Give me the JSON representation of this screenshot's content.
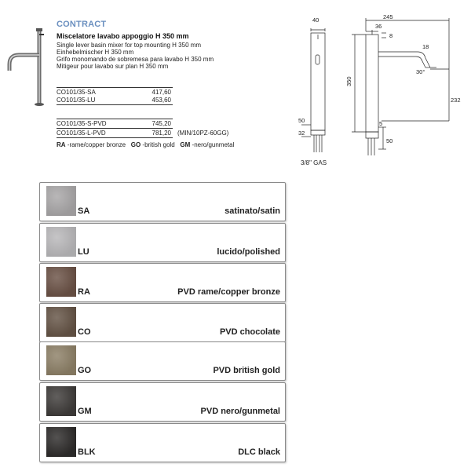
{
  "product": {
    "brand": "CONTRACT",
    "title": "Miscelatore lavabo appoggio H 350 mm",
    "descriptions": [
      "Single lever basin mixer for top mounting H 350 mm",
      "Einhebelmischer H 350 mm",
      "Grifo monomando de sobremesa para lavabo H 350 mm",
      "Mitigeur pour lavabo sur plan H 350 mm"
    ]
  },
  "prices": [
    {
      "code": "CO101/35-SA",
      "price": "417,60"
    },
    {
      "code": "CO101/35-LU",
      "price": "453,60"
    },
    {
      "code": "CO101/35-S-PVD",
      "price": "745,20"
    },
    {
      "code": "CO101/35-L-PVD",
      "price": "781,20",
      "note": "(MIN/10PZ-60GG)"
    }
  ],
  "finish_legend": [
    {
      "code": "RA",
      "label": "rame/copper bronze"
    },
    {
      "code": "GO",
      "label": "british gold"
    },
    {
      "code": "GM",
      "label": "nero/gunmetal"
    }
  ],
  "drawing": {
    "dims": {
      "d40": "40",
      "d36": "36",
      "d8": "8",
      "d245": "245",
      "d18": "18",
      "d30": "30°",
      "d350": "350",
      "d232": "232",
      "d50a": "50",
      "d32": "32",
      "d5": "5",
      "d50b": "50"
    },
    "gas_label": "3/8\" GAS"
  },
  "finishes": [
    {
      "code": "SA",
      "label": "satinato/satin",
      "color": "#a9a7a8"
    },
    {
      "code": "LU",
      "label": "lucido/polished",
      "color": "#b9b8ba"
    },
    {
      "code": "RA",
      "label": "PVD rame/copper bronze",
      "color": "#6b5246"
    },
    {
      "code": "CO",
      "label": "PVD chocolate",
      "color": "#655446"
    },
    {
      "code": "GO",
      "label": "PVD british gold",
      "color": "#8d8067"
    },
    {
      "code": "GM",
      "label": "PVD nero/gunmetal",
      "color": "#3f3c3a"
    },
    {
      "code": "BLK",
      "label": "DLC black",
      "color": "#2e2c2b"
    }
  ]
}
